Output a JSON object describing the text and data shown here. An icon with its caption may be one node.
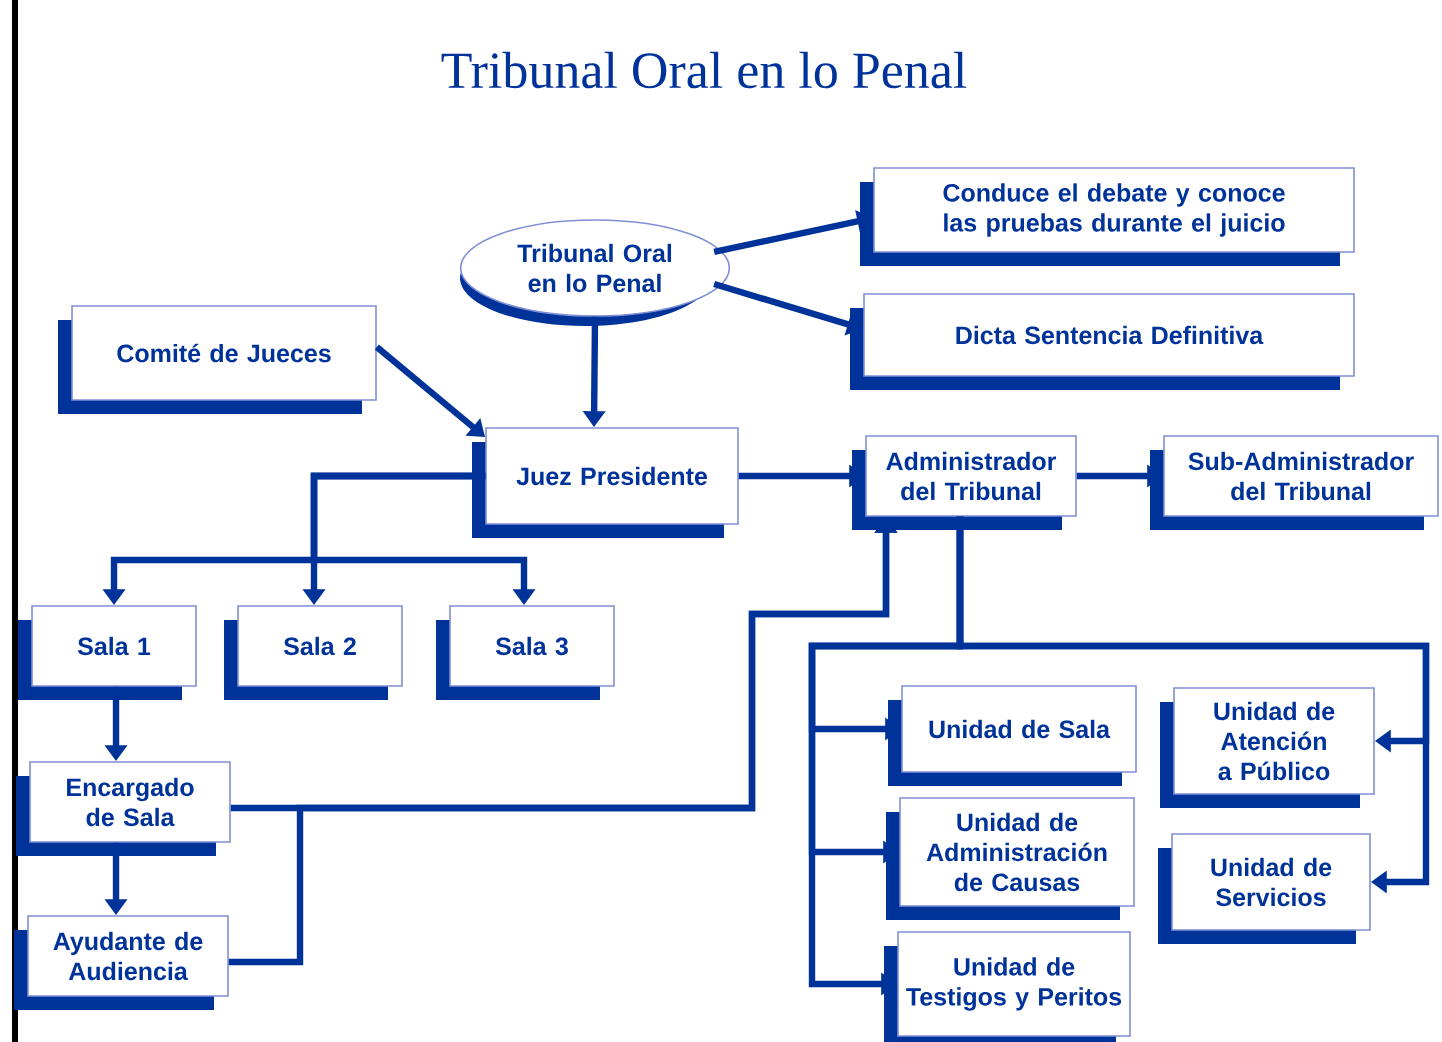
{
  "diagram": {
    "title": "Tribunal Oral en lo Penal",
    "nodes": [
      {
        "text": [
          "Tribunal Oral en lo Penal"
        ]
      },
      {
        "text": [
          "Conduce el debate y conoce las pruebas durante el juicio"
        ]
      },
      {
        "text": [
          "Dicta Sentencia Definitiva"
        ]
      },
      {
        "text": [
          "Comité de Jueces"
        ]
      },
      {
        "text": [
          "Juez Presidente"
        ]
      },
      {
        "text": [
          "Administrador del Tribunal"
        ]
      },
      {
        "text": [
          "Sub-Administrador del Tribunal"
        ]
      },
      {
        "text": [
          "Sala 1"
        ]
      },
      {
        "text": [
          "Sala 2"
        ]
      },
      {
        "text": [
          "Sala 3"
        ]
      },
      {
        "text": [
          "Encargado de Sala"
        ]
      },
      {
        "text": [
          "Ayudante de Audiencia"
        ]
      },
      {
        "text": [
          "Unidad de Sala"
        ]
      },
      {
        "text": [
          "Unidad de Administración de Causas"
        ]
      },
      {
        "text": [
          "Unidad de Testigos y Peritos"
        ]
      },
      {
        "text": [
          "Unidad de Atención a Público"
        ]
      },
      {
        "text": [
          "Unidad de Servicios"
        ]
      }
    ],
    "edges": [
      {
        "from": 0,
        "to": 1,
        "arrow": "to"
      },
      {
        "from": 0,
        "to": 2,
        "arrow": "to"
      },
      {
        "from": 0,
        "to": 4,
        "arrow": "to"
      },
      {
        "from": 3,
        "to": 4,
        "arrow": "to"
      },
      {
        "from": 4,
        "to": 7,
        "arrow": "to"
      },
      {
        "from": 4,
        "to": 8,
        "arrow": "to"
      },
      {
        "from": 4,
        "to": 9,
        "arrow": "to"
      },
      {
        "from": 4,
        "to": 5,
        "arrow": "to"
      },
      {
        "from": 5,
        "to": 6,
        "arrow": "to"
      },
      {
        "from": 7,
        "to": 10,
        "arrow": "to"
      },
      {
        "from": 10,
        "to": 11,
        "arrow": "to"
      },
      {
        "from": 10,
        "to": 5,
        "arrow": "to"
      },
      {
        "from": 11,
        "to": 5,
        "arrow": "to"
      },
      {
        "from": 5,
        "to": 12,
        "arrow": "to"
      },
      {
        "from": 5,
        "to": 13,
        "arrow": "to"
      },
      {
        "from": 5,
        "to": 14,
        "arrow": "to"
      },
      {
        "from": 5,
        "to": 15,
        "arrow": "to"
      },
      {
        "from": 5,
        "to": 16,
        "arrow": "to"
      }
    ]
  }
}
